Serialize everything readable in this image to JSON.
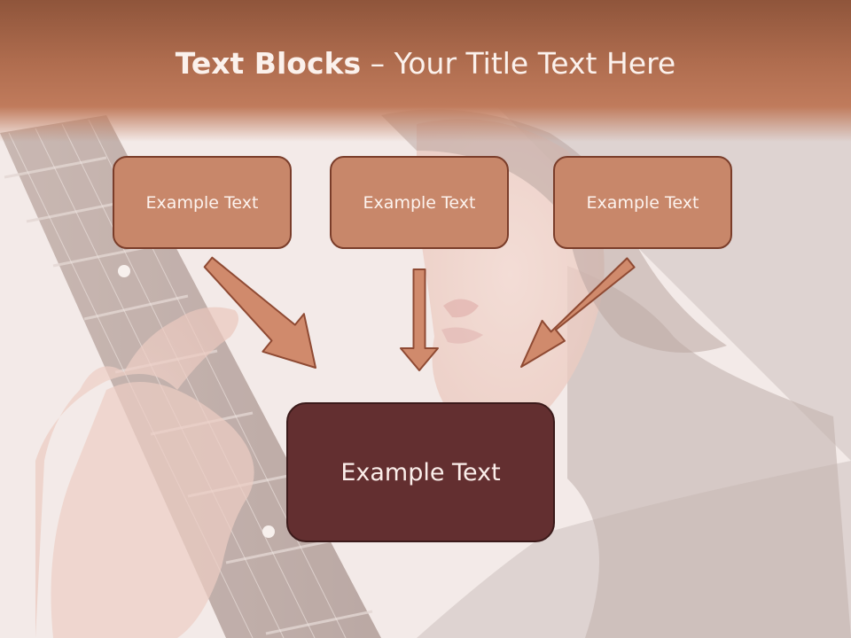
{
  "title": {
    "bold": "Text Blocks",
    "dash": " – ",
    "rest": "Your Title Text Here"
  },
  "blocks": [
    {
      "label": "Example Text"
    },
    {
      "label": "Example Text"
    },
    {
      "label": "Example Text"
    }
  ],
  "result": {
    "label": "Example Text"
  },
  "colors": {
    "header": "#b06d4f",
    "box_fill": "#c8876a",
    "box_border": "#7a3d2a",
    "result_fill": "#632f30",
    "arrow_fill": "#d08a6c"
  }
}
